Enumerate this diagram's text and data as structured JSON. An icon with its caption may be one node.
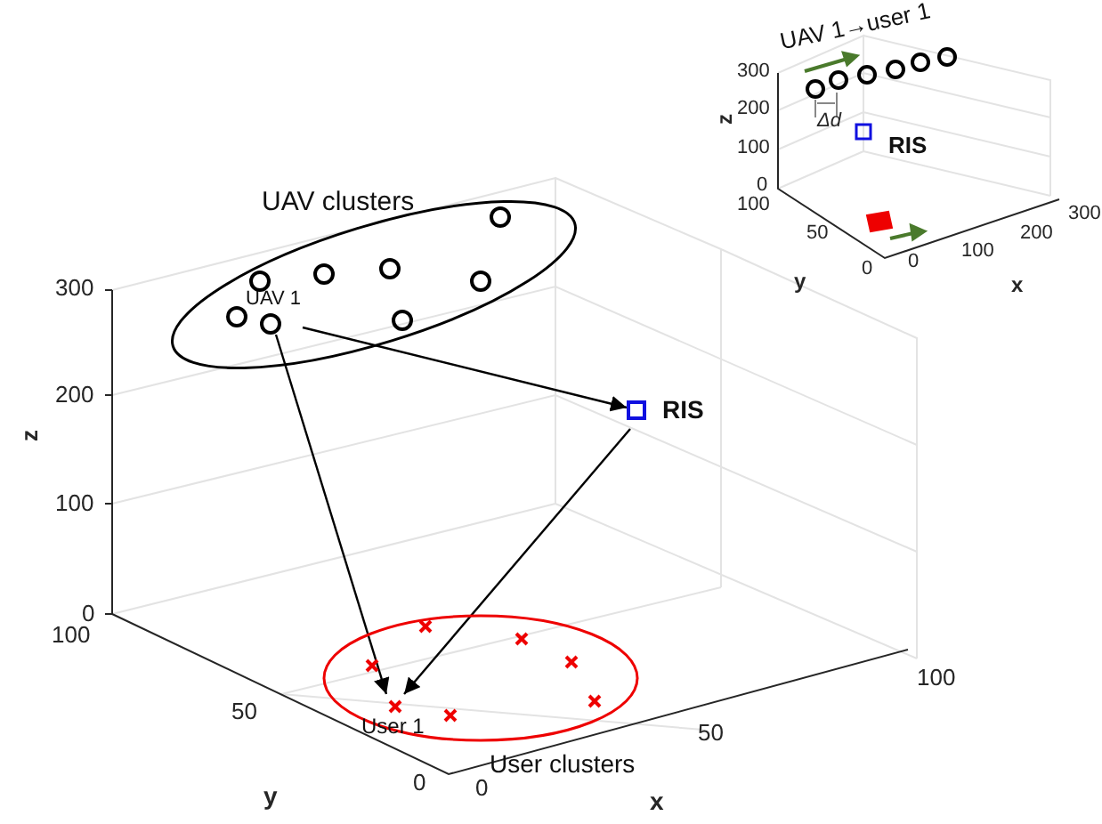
{
  "diagram": {
    "nodes": [
      {
        "text": [
          "UAV clusters"
        ]
      },
      {
        "text": [
          "UAV 1"
        ],
        "in": 0
      },
      {
        "text": [
          "RIS"
        ]
      },
      {
        "text": [
          "User clusters"
        ]
      },
      {
        "text": [
          "User 1"
        ],
        "in": 3
      },
      {
        "text": [],
        "shape": "circle",
        "in": 0
      },
      {
        "text": [],
        "shape": "circle",
        "in": 0
      },
      {
        "text": [],
        "shape": "circle",
        "in": 0
      },
      {
        "text": [],
        "shape": "circle",
        "in": 0
      },
      {
        "text": [],
        "shape": "circle",
        "in": 0
      },
      {
        "text": [],
        "shape": "circle",
        "in": 0
      },
      {
        "text": [],
        "shape": "circle",
        "in": 0
      },
      {
        "text": [],
        "shape": "cross",
        "in": 3
      },
      {
        "text": [],
        "shape": "cross",
        "in": 3
      },
      {
        "text": [],
        "shape": "cross",
        "in": 3
      },
      {
        "text": [],
        "shape": "cross",
        "in": 3
      },
      {
        "text": [],
        "shape": "cross",
        "in": 3
      },
      {
        "text": [],
        "shape": "cross",
        "in": 3
      }
    ],
    "edges": [
      {
        "from": 1,
        "to": 2,
        "arrow": "to"
      },
      {
        "from": 1,
        "to": 4,
        "arrow": "to"
      },
      {
        "from": 2,
        "to": 4,
        "arrow": "to"
      }
    ],
    "labels": [
      "UAV 1→user 1",
      "300",
      "200",
      "100",
      "0",
      "z",
      "Δd",
      "RIS",
      "100",
      "50",
      "0",
      "0",
      "100",
      "200",
      "300",
      "y",
      "x",
      "300",
      "200",
      "100",
      "0",
      "z",
      "100",
      "50",
      "0",
      "y",
      "0",
      "50",
      "100",
      "x"
    ]
  }
}
